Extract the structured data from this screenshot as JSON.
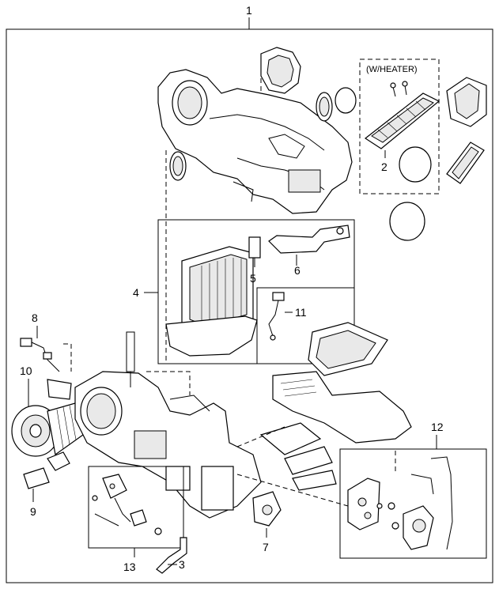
{
  "callouts": {
    "c1": "1",
    "c2": "2",
    "c3": "3",
    "c4": "4",
    "c5": "5",
    "c6": "6",
    "c7": "7",
    "c8": "8",
    "c9": "9",
    "c10": "10",
    "c11": "11",
    "c12": "12",
    "c13": "13"
  },
  "heater_box_label": "(W/HEATER)"
}
